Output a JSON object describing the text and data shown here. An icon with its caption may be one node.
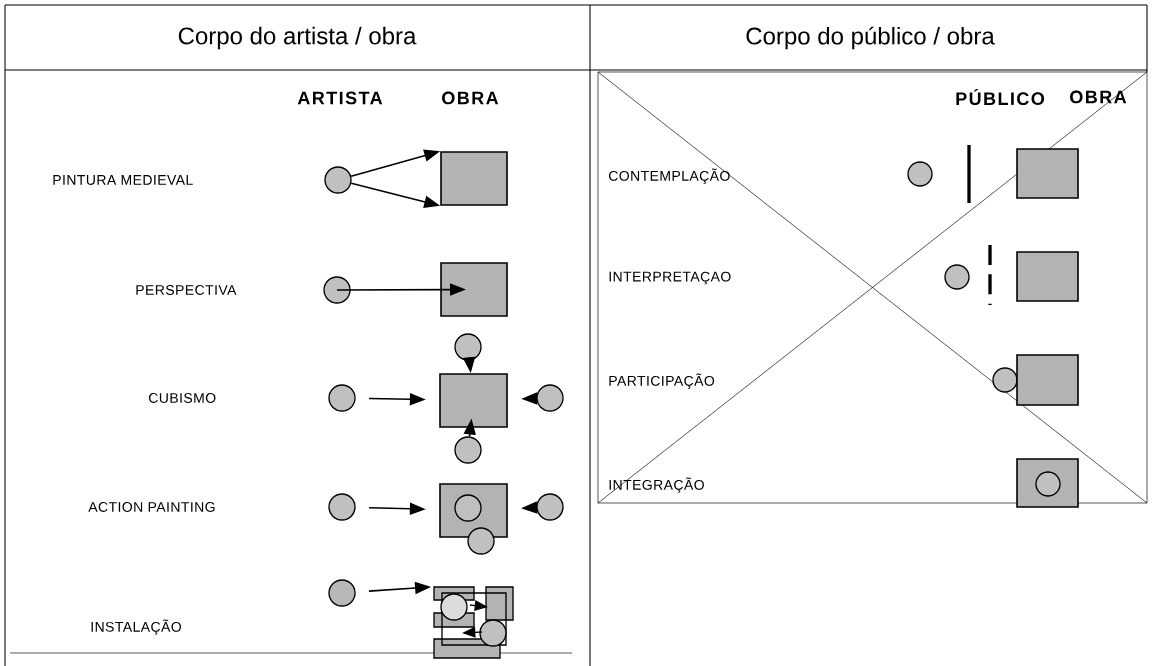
{
  "diagram": {
    "nodes": [
      {
        "text": [],
        "shape": "circle"
      },
      {
        "text": [],
        "shape": "box"
      },
      {
        "text": [],
        "shape": "circle"
      },
      {
        "text": [],
        "shape": "box"
      },
      {
        "text": [],
        "shape": "circle"
      },
      {
        "text": [],
        "shape": "circle"
      },
      {
        "text": [],
        "shape": "box"
      },
      {
        "text": [],
        "shape": "circle"
      },
      {
        "text": [],
        "shape": "circle"
      },
      {
        "text": [],
        "shape": "circle"
      },
      {
        "text": [],
        "shape": "box"
      },
      {
        "text": [],
        "shape": "circle",
        "in": 10
      },
      {
        "text": [],
        "shape": "circle"
      },
      {
        "text": [],
        "shape": "circle"
      },
      {
        "text": [],
        "shape": "circle"
      },
      {
        "text": [],
        "shape": "picture"
      },
      {
        "text": [],
        "shape": "circle"
      },
      {
        "text": [],
        "shape": "box"
      },
      {
        "text": [],
        "shape": "circle"
      },
      {
        "text": [],
        "shape": "box"
      },
      {
        "text": [],
        "shape": "circle"
      },
      {
        "text": [],
        "shape": "box"
      },
      {
        "text": [],
        "shape": "box"
      },
      {
        "text": [],
        "shape": "circle",
        "in": 22
      }
    ],
    "edges": [
      {
        "from": 0,
        "to": 1,
        "arrow": "to"
      },
      {
        "from": 0,
        "to": 1,
        "arrow": "to"
      },
      {
        "from": 2,
        "to": 3,
        "arrow": "to"
      },
      {
        "from": 5,
        "to": 6,
        "arrow": "to"
      },
      {
        "from": 7,
        "to": 6,
        "arrow": "to"
      },
      {
        "from": 4,
        "to": 6,
        "arrow": "to"
      },
      {
        "from": 8,
        "to": 6,
        "arrow": "to"
      },
      {
        "from": 9,
        "to": 10,
        "arrow": "to"
      },
      {
        "from": 12,
        "to": 10,
        "arrow": "to"
      },
      {
        "from": 14,
        "to": 15,
        "arrow": "to"
      }
    ],
    "labels": [
      "Corpo do artista / obra",
      "Corpo do público / obra",
      "ARTISTA",
      "OBRA",
      "PINTURA MEDIEVAL",
      "PERSPECTIVA",
      "CUBISMO",
      "ACTION PAINTING",
      "INSTALAÇÃO",
      "PÚBLICO",
      "OBRA",
      "CONTEMPLAÇÃO",
      "INTERPRETAÇAO",
      "PARTICIPAÇÃO",
      "INTEGRAÇÃO"
    ]
  }
}
